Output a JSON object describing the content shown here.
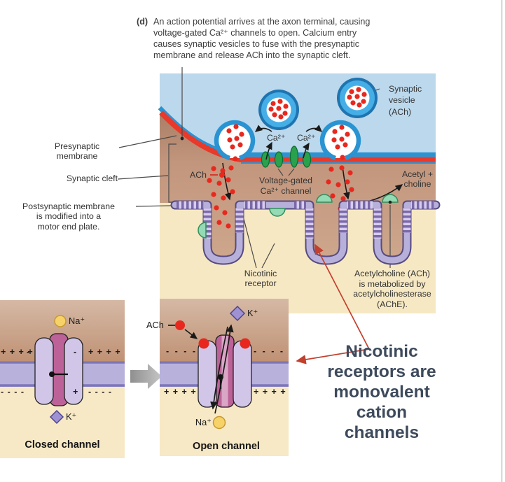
{
  "caption": {
    "prefix": "(d)",
    "body": "An action potential arrives at the axon terminal, causing\nvoltage-gated Ca²⁺ channels to open. Calcium entry\ncauses synaptic vesicles to fuse with the presynaptic\nmembrane and release ACh into the synaptic cleft."
  },
  "labels": {
    "synaptic_vesicle": "Synaptic\nvesicle\n(ACh)",
    "presynaptic_membrane": "Presynaptic\nmembrane",
    "synaptic_cleft": "Synaptic cleft",
    "postsynaptic_membrane": "Postsynaptic membrane\nis modified into a\nmotor end plate.",
    "ach": "ACh",
    "ca_1": "Ca²⁺",
    "ca_2": "Ca²⁺",
    "voltage_gated_channel": "Voltage-gated\nCa²⁺ channel",
    "acetyl_choline": "Acetyl +\ncholine",
    "nicotinic_receptor": "Nicotinic\nreceptor",
    "ache_note": "Acetylcholine (ACh)\nis metabolized by\nacetylcholinesterase\n(AChE)."
  },
  "inset_closed": {
    "na": "Na⁺",
    "k": "K⁺",
    "title": "Closed channel",
    "charges": {
      "top_left": "+ + + +",
      "top_inner_left": "-",
      "top_inner_right": "-",
      "top_right": "+ + + +",
      "bottom_left": "- - - -",
      "bottom_inner": "+",
      "bottom_right": "- - - -"
    }
  },
  "inset_open": {
    "ach": "ACh",
    "k": "K⁺",
    "na": "Na⁺",
    "title": "Open channel",
    "charges": {
      "top_left": "- - - -",
      "top_right": "- - - -",
      "bottom_left": "+ + + +",
      "bottom_right": "+ + + +"
    }
  },
  "annotation": {
    "statement": "Nicotinic\nreceptors are\nmonovalent\ncation\nchannels"
  },
  "colors": {
    "statement_color": "#3d4a5c",
    "arrow_color": "#c2402e",
    "frame_red": "#df3a2e",
    "membrane_red": "#e8392a",
    "membrane_blue": "#2a93d2",
    "axon_fill": "#bcd8ec",
    "cleft_brown": "#c2967d",
    "end_plate_cream": "#f6e8c3",
    "postsynaptic_lavender": "#b7b0da",
    "ca_channel_green": "#2aa14d",
    "ache_green": "#93dab5",
    "ach_dot_red": "#e8281e"
  }
}
